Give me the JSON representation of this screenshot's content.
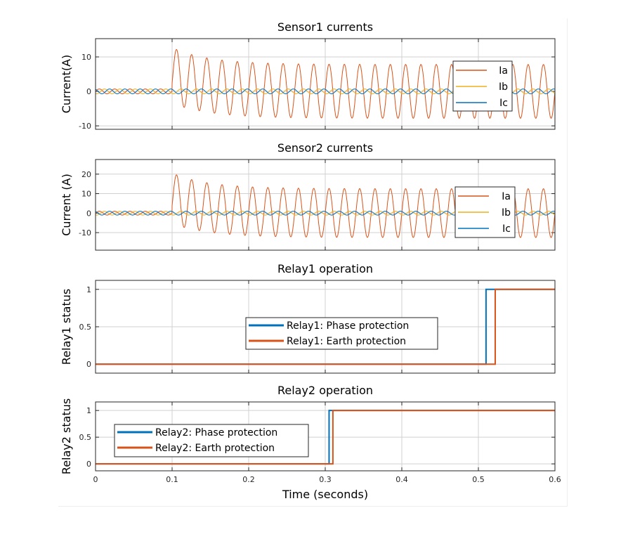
{
  "chart_data": [
    {
      "type": "line",
      "title": "Sensor1 currents",
      "ylabel": "Current(A)",
      "xlabel": "",
      "xlim": [
        0,
        0.6
      ],
      "ylim": [
        -11,
        15.3
      ],
      "xticks": [
        0,
        0.1,
        0.2,
        0.3,
        0.4,
        0.5,
        0.6
      ],
      "yticks": [
        -10,
        0,
        10
      ],
      "ytick_labels": [
        "-10",
        "0",
        "10"
      ],
      "grid": true,
      "legend": "right",
      "frequency_hz": 50,
      "fault_time": 0.1,
      "series": [
        {
          "name": "Ia",
          "color": "#D95319",
          "prefault_amplitude": 0.7,
          "fault_amplitude": 7.8,
          "dc_offset": 4.6,
          "dc_tau": 0.05,
          "phase_deg": 0
        },
        {
          "name": "Ib",
          "color": "#EDB120",
          "prefault_amplitude": 0.7,
          "fault_amplitude": 0.7,
          "dc_offset": 0,
          "dc_tau": 0.05,
          "phase_deg": -120
        },
        {
          "name": "Ic",
          "color": "#0072BD",
          "prefault_amplitude": 0.7,
          "fault_amplitude": 0.7,
          "dc_offset": 0,
          "dc_tau": 0.05,
          "phase_deg": 120
        }
      ]
    },
    {
      "type": "line",
      "title": "Sensor2 currents",
      "ylabel": "Current (A)",
      "xlabel": "",
      "xlim": [
        0,
        0.6
      ],
      "ylim": [
        -19,
        27.5
      ],
      "xticks": [
        0,
        0.1,
        0.2,
        0.3,
        0.4,
        0.5,
        0.6
      ],
      "yticks": [
        -10,
        0,
        10,
        20
      ],
      "ytick_labels": [
        "-10",
        "0",
        "10",
        "20"
      ],
      "grid": true,
      "legend": "right",
      "frequency_hz": 50,
      "fault_time": 0.1,
      "series": [
        {
          "name": "Ia",
          "color": "#D95319",
          "prefault_amplitude": 1.0,
          "fault_amplitude": 12.5,
          "dc_offset": 7.5,
          "dc_tau": 0.05,
          "phase_deg": 0
        },
        {
          "name": "Ib",
          "color": "#EDB120",
          "prefault_amplitude": 1.0,
          "fault_amplitude": 1.0,
          "dc_offset": 0,
          "dc_tau": 0.05,
          "phase_deg": -120
        },
        {
          "name": "Ic",
          "color": "#0072BD",
          "prefault_amplitude": 1.0,
          "fault_amplitude": 1.0,
          "dc_offset": 0,
          "dc_tau": 0.05,
          "phase_deg": 120
        }
      ]
    },
    {
      "type": "line",
      "title": "Relay1 operation",
      "ylabel": "Relay1 status",
      "xlabel": "",
      "xlim": [
        0,
        0.6
      ],
      "ylim": [
        -0.12,
        1.12
      ],
      "xticks": [
        0,
        0.1,
        0.2,
        0.3,
        0.4,
        0.5,
        0.6
      ],
      "yticks": [
        0,
        0.5,
        1
      ],
      "ytick_labels": [
        "0",
        "0.5",
        "1"
      ],
      "grid": true,
      "legend": "center",
      "series": [
        {
          "name": "Relay1: Phase protection",
          "color": "#0072BD",
          "step_time": 0.51
        },
        {
          "name": "Relay1: Earth protection",
          "color": "#D95319",
          "step_time": 0.522
        }
      ]
    },
    {
      "type": "line",
      "title": "Relay2 operation",
      "ylabel": "Relay2 status",
      "xlabel": "Time (seconds)",
      "xlim": [
        0,
        0.6
      ],
      "ylim": [
        -0.13,
        1.16
      ],
      "xticks": [
        0,
        0.1,
        0.2,
        0.3,
        0.4,
        0.5,
        0.6
      ],
      "xtick_labels": [
        "0",
        "0.1",
        "0.2",
        "0.3",
        "0.4",
        "0.5",
        "0.6"
      ],
      "yticks": [
        0,
        0.5,
        1
      ],
      "ytick_labels": [
        "0",
        "0.5",
        "1"
      ],
      "grid": true,
      "legend": "left",
      "series": [
        {
          "name": "Relay2: Phase protection",
          "color": "#0072BD",
          "step_time": 0.305
        },
        {
          "name": "Relay2: Earth protection",
          "color": "#D95319",
          "step_time": 0.31
        }
      ]
    }
  ]
}
